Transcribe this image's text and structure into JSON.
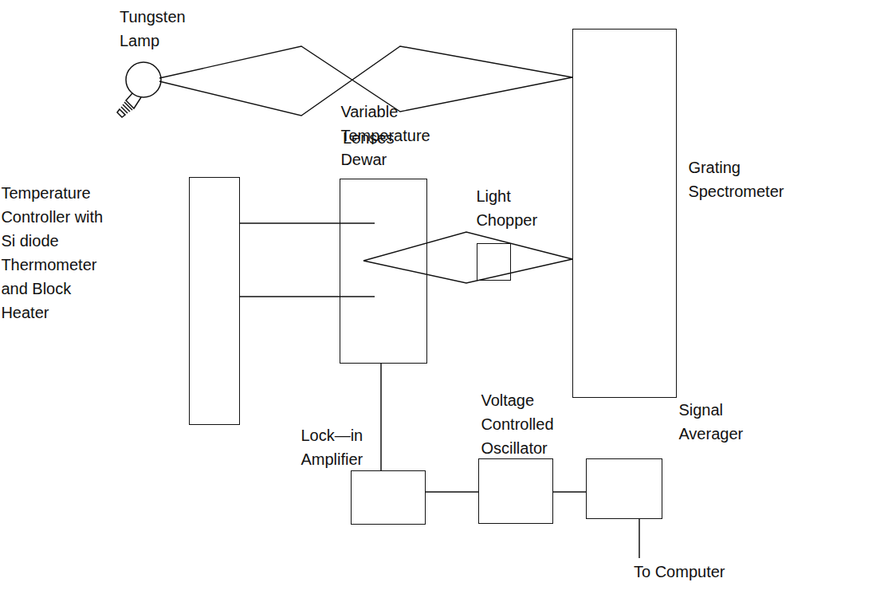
{
  "diagram": {
    "nodes": [
      {
        "text": [
          "Grating Spectrometer"
        ]
      },
      {
        "text": [
          "Variable Temperature Dewar"
        ]
      },
      {
        "text": [
          "Temperature Controller with Si diode Thermometer and Block Heater"
        ]
      },
      {
        "text": [
          "Light Chopper"
        ]
      },
      {
        "text": [
          "Lock—in Amplifier"
        ]
      },
      {
        "text": [
          "Voltage Controlled Oscillator"
        ]
      },
      {
        "text": [
          "Signal Averager"
        ]
      }
    ],
    "edges": [
      {
        "from": 2,
        "to": 1,
        "arrow": "none"
      },
      {
        "from": 2,
        "to": 1,
        "arrow": "none"
      },
      {
        "from": 1,
        "to": 4,
        "arrow": "none"
      },
      {
        "from": 4,
        "to": 5,
        "arrow": "none"
      },
      {
        "from": 5,
        "to": 6,
        "arrow": "none"
      }
    ],
    "labels": [
      "Tungsten Lamp",
      "Lenses",
      "To Computer"
    ]
  }
}
